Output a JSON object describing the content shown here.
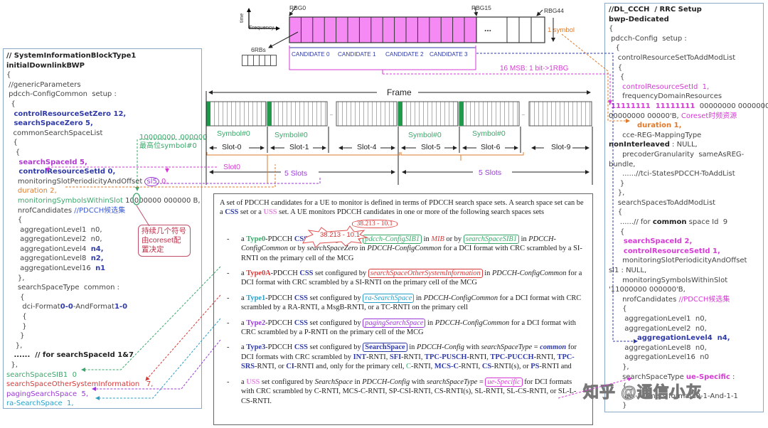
{
  "left_panel": {
    "title1": "// SystemInformationBlockType1",
    "title2": "initialDownlinkBWP",
    "lines": {
      "open": "{",
      "generic": " //genericParameters",
      "pdcch": " pdcch-ConfigCommon  setup :",
      "open2": "  {",
      "coreset0": "   controlResourceSetZero 12,",
      "ss0": "   searchSpaceZero 5,",
      "csslist": "   commonSearchSpaceList",
      "open3": "   {",
      "open4": "    {",
      "ssid": "     searchSpaceId 5,",
      "csid": "     controlResourceSetId 0,",
      "mspo": "     monitoringSlotPeriodicityAndOffset",
      "mspo_val1": "sl5",
      "mspo_val2": "0,",
      "duration": "     duration 2,",
      "msws": "     monitoringSymbolsWithinSlot",
      "msws_val": " 10000000 000000 B,",
      "nrof": "     nrofCandidates",
      "nrof_comment": " //PDCCH候选集",
      "open5": "     {",
      "al1": "      aggregationLevel1  n0,",
      "al2": "      aggregationLevel2  n0,",
      "al4": "      aggregationLevel4  ",
      "al4v": "n4,",
      "al8": "      aggregationLevel8  ",
      "al8v": "n2,",
      "al16": "      aggregationLevel16  ",
      "al16v": "n1",
      "close5": "     },",
      "sstype": "     searchSpaceType  common :",
      "open6": "      {",
      "dci_a": "       dci-Format",
      "dci_b": "0-0",
      "dci_c": "-AndFormat",
      "dci_d": "1-0",
      "open7": "       {",
      "close7": "       }",
      "close6": "      }",
      "close4": "    },",
      "more": "   ......  // for searchSpaceId 1&7",
      "close3": "  },",
      "sib1": "searchSpaceSIB1  0",
      "osi": "searchSpaceOtherSystemInformation   7,",
      "paging": "pagingSearchSpace  5,",
      "ra": "ra-SearchSpace  1,"
    }
  },
  "annotations": {
    "symbol_bits": "10000000  000000",
    "symbol_note": "最高位symbol#0",
    "duration_note": "持续几个符号\n由coreset配\n置决定",
    "coreset_note": "Coreset时频资源",
    "one_symbol": "1 symbol",
    "msb_note": "16 MSB: 1 bit->1RBG",
    "spec_ref": "38.213 - 10.1"
  },
  "rbg_diagram": {
    "axis_time": "time",
    "axis_freq": "Frequency",
    "rbg0": "RBG0",
    "rbg15": "RBG15",
    "rbg44": "RBG44",
    "ellipsis": "...",
    "six_rbs": "6RBs",
    "candidates": [
      "CANDIDATE 0",
      "CANDIDATE 1",
      "CANDIDATE 2",
      "CANDIDATE 3"
    ],
    "fill_color": "#f58af5"
  },
  "frame_diagram": {
    "frame_label": "Frame",
    "symbol_label": "Symbol#0",
    "slots": [
      "Slot-0",
      "Slot-1",
      "Slot-4",
      "Slot-5",
      "Slot-6",
      "Slot-9"
    ],
    "slot0_label": "Slot0",
    "five_slots": "5 Slots",
    "highlight_color": "#1f9a4a"
  },
  "spec": {
    "intro_a": "A set of PDCCH  candidates for a UE  to monitor is defined in terms of PDCCH  search space sets. A search space set can be a ",
    "css": "CSS",
    "intro_b": " set or a ",
    "uss": "USS",
    "intro_c": " set. A UE monitors PDCCH  candidates in one or more  of the following  search spaces sets",
    "items": [
      {
        "a": "a ",
        "type": "Type0",
        "b": "-PDCCH  ",
        "css": "CSS",
        "c": " set configured by ",
        "box": "pdcch-ConfigSIB1",
        "d": " in ",
        "mib": "MIB",
        "e": " or by ",
        "box2": "searchSpaceSIB1",
        "f": " in ",
        "g": "PDCCH-ConfigCommon",
        "h": " or by ",
        "i": "searchSpaceZero",
        "j": " in ",
        "k": "PDCCH-ConfigCommon",
        "l": " for a DCI  format  with CRC  scrambled by a SI-RNTI  on the primary  cell of the MCG"
      },
      {
        "a": "a ",
        "type": "Type0A",
        "b": "-PDCCH   ",
        "css": "CSS",
        "c": " set configured by ",
        "box": "searchSpaceOtherSystemInformation",
        "d": " in ",
        "e": "PDCCH-ConfigCommon",
        "f": " for a DCI  format  with CRC  scrambled by a SI-RNTI  on the primary  cell  of the MCG"
      },
      {
        "a": "a ",
        "type": "Type1",
        "b": "-PDCCH   ",
        "css": "CSS",
        "c": " set configured by ",
        "box": "ra-SearchSpace",
        "d": " in ",
        "e": "PDCCH-ConfigCommon",
        "f": " for a DCI format with CRC  scrambled by a RA-RNTI,  a MsgB-RNTI,  or a TC-RNTI  on the primary  cell"
      },
      {
        "a": "a ",
        "type": "Type2",
        "b": "-PDCCH   ",
        "css": "CSS",
        "c": " set configured by ",
        "box": "pagingSearchSpace",
        "d": " in ",
        "e": "PDCCH-ConfigCommon",
        "f": " for a DCI  format with CRC  scrambled by a P-RNTI  on the primary  cell  of the MCG"
      },
      {
        "a": "a ",
        "type": "Type3",
        "b": "-PDCCH   ",
        "css": "CSS",
        "c": " set configured by ",
        "box": "SearchSpace",
        "d": " in ",
        "e": "PDCCH-Config",
        "f": " with ",
        "g": "searchSpaceType",
        "h": " = ",
        "i": "common",
        "j": " for DCI formats with CRC  scrambled by ",
        "r1": "INT",
        "r1s": "-RNTI,  ",
        "r2": "SFI",
        "r2s": "-RNTI,  ",
        "r3": "TPC-PUSCH",
        "r3s": "-RNTI,  ",
        "r4": "TPC-PUCCH",
        "r4s": "-RNTI,  ",
        "r5": "TPC-SRS",
        "r5s": "-RNTI,  or ",
        "r6": "CI",
        "r6s": "-RNTI  and, only for the primary cell, ",
        "r7": "C",
        "r7s": "-RNTI,  ",
        "r8": "MCS-C",
        "r8s": "-RNTI,  ",
        "r9": "CS",
        "r9s": "-RNTI(s),  or ",
        "r10": "PS",
        "r10s": "-RNTI  and"
      },
      {
        "a": "a ",
        "uss": "USS",
        "b": "  set configured by ",
        "c": "SearchSpace",
        "d": " in ",
        "e": "PDCCH-Config",
        "f": " with ",
        "g": "searchSpaceType",
        "h": " = ",
        "box": "ue-Specific",
        "i": " for DCI formats with CRC  scrambled by C-RNTI,  MCS-C-RNTI,  SP-CSI-RNTI,  CS-RNTI(s),  SL-RNTI,  SL-CS-RNTI,  or SL-L-CS-RNTI."
      }
    ]
  },
  "right_panel": {
    "title1": "//DL_CCCH  / RRC Setup",
    "title2": "bwp-Dedicated",
    "lines": {
      "open": "{",
      "pdcch": " pdcch-Config  setup :",
      "open2": "   {",
      "crs": "    controlResourceSetToAddModList",
      "open3": "    {",
      "open4": "     {",
      "csid": "      controlResourceSetId  1,",
      "fdr": "      frequencyDomainResources",
      "fdr_ones": "'11111111  11111111",
      "fdr_zeros": "  00000000 00000000",
      "fdr_line2": "00000000 00000'B,",
      "duration": "duration 1,",
      "cce": "      cce-REG-MappingType",
      "nonint": "nonInterleaved",
      "nonint_v": " : NULL,",
      "precoder": "      precoderGranularity  sameAsREG-",
      "bundle": "bundle,",
      "tci": "      ......//tci-StatesPDCCH-ToAddList",
      "close4": "     }",
      "close3": "    },",
      "ssl": "    searchSpacesToAddModList",
      "open5": "    {",
      "common_a": "     ......// for ",
      "common_b": "common",
      "common_c": " space Id  9",
      "open6": "     {",
      "ssid": "      searchSpaceId 2,",
      "csid2": "      controlResourceSetId 1,",
      "mspo": "      monitoringSlotPeriodicityAndOffset",
      "mspo_v": "sl1 : NULL,",
      "msws": "      monitoringSymbolsWithinSlot",
      "msws_v": "'11000000 000000'B,",
      "nrof": "      nrofCandidates",
      "nrof_c": " //PDCCH候选集",
      "open7": "      {",
      "al1": "       aggregationLevel1  n0,",
      "al2": "       aggregationLevel2  n0,",
      "al4": "aggregationLevel4  n4,",
      "al8": "       aggregationLevel8  n0,",
      "al16": "       aggregationLevel16  n0",
      "close7": "      },",
      "sstype": "      searchSpaceType ",
      "sstype_v": "ue-Specific",
      "sstype_c": " :",
      "open8": "      {",
      "dci": "       dci-Formats formats0-1-And-1-1",
      "close8": "      }"
    }
  },
  "watermark": "知乎 @通信小灰"
}
